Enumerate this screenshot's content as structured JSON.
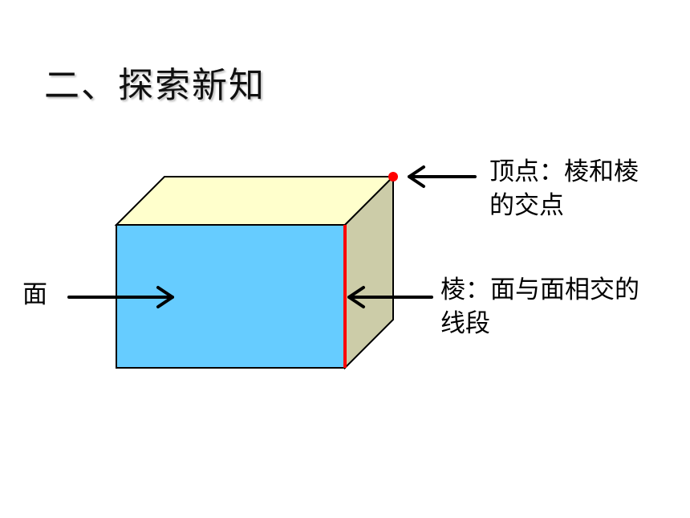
{
  "title": "二、探索新知",
  "labels": {
    "vertex_line1": "顶点：棱和棱",
    "vertex_line2": "的交点",
    "face": "面",
    "edge_line1": "棱：面与面相交的",
    "edge_line2": "线段"
  },
  "colors": {
    "front_face": "#66ccff",
    "top_face": "#ffffcc",
    "side_face": "#cccca8",
    "highlight_edge": "#ff0000",
    "vertex_dot": "#ff0000",
    "arrow": "#000000"
  }
}
